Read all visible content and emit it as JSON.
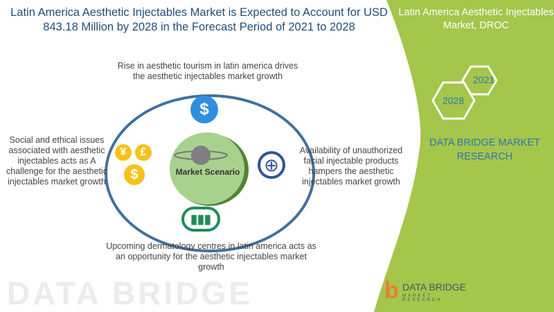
{
  "title": "Latin America Aesthetic Injectables Market is Expected to Account for USD 843.18 Million by 2028 in the Forecast Period of 2021 to 2028",
  "panel": {
    "title": "Latin America Aesthetic Injectables Market, DROC",
    "year_start": "2021",
    "year_end": "2028",
    "brand": "DATA BRIDGE MARKET RESEARCH",
    "accent": "#a4c64a"
  },
  "center": "Market Scenario",
  "drivers": {
    "top": "Rise in aesthetic tourism in latin america drives the aesthetic injectables market growth",
    "right": "Availability of unauthorized facial injectable products hampers the aesthetic injectables market growth",
    "bottom": "Upcoming dermatology centres in latin america acts as an opportunity for the aesthetic injectables market growth",
    "left": "Social and ethical issues associated with aesthetic injectables acts as A challenge for the aesthetic injectables market growth"
  },
  "logo": {
    "name": "DATA BRIDGE",
    "tagline": "MARKET RESEARCH"
  },
  "watermark": "DATA BRIDGE"
}
